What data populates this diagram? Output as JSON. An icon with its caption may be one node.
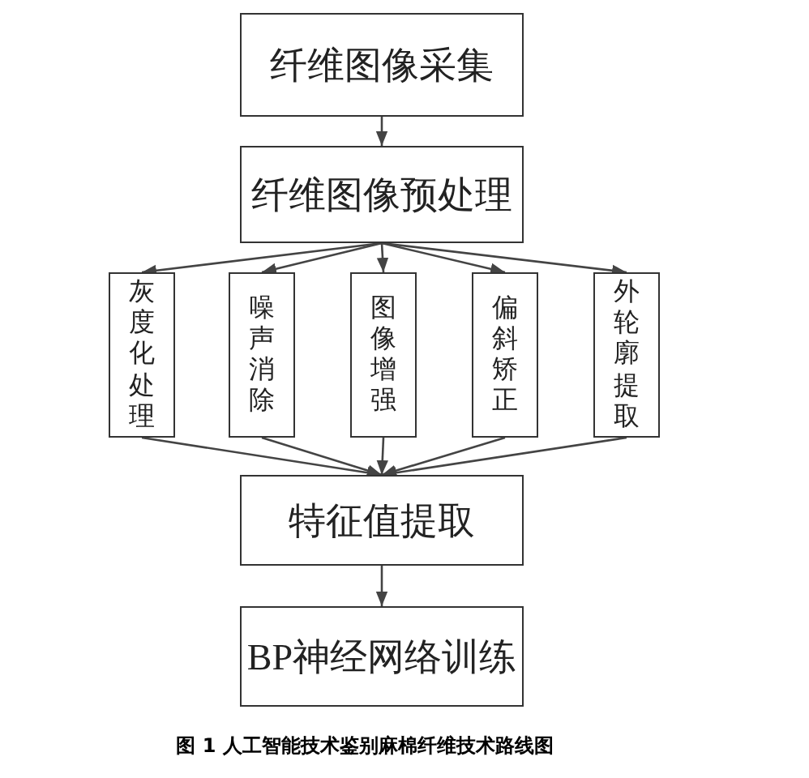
{
  "diagram": {
    "caption": "图 1 人工智能技术鉴别麻棉纤维技术路线图",
    "nodes": [
      {
        "text": [
          "纤维图像采集"
        ]
      },
      {
        "text": [
          "纤维图像预处理"
        ]
      },
      {
        "text": [
          "灰度化处理"
        ]
      },
      {
        "text": [
          "噪声消除"
        ]
      },
      {
        "text": [
          "图像增强"
        ]
      },
      {
        "text": [
          "偏斜矫正"
        ]
      },
      {
        "text": [
          "外轮廓提取"
        ]
      },
      {
        "text": [
          "特征值提取"
        ]
      },
      {
        "text": [
          "BP神经网络训练"
        ]
      }
    ],
    "edges": [
      {
        "from": 0,
        "to": 1,
        "arrow": "to"
      },
      {
        "from": 1,
        "to": 2,
        "arrow": "to"
      },
      {
        "from": 1,
        "to": 3,
        "arrow": "to"
      },
      {
        "from": 1,
        "to": 4,
        "arrow": "to"
      },
      {
        "from": 1,
        "to": 5,
        "arrow": "to"
      },
      {
        "from": 1,
        "to": 6,
        "arrow": "to"
      },
      {
        "from": 2,
        "to": 7,
        "arrow": "to"
      },
      {
        "from": 3,
        "to": 7,
        "arrow": "to"
      },
      {
        "from": 4,
        "to": 7,
        "arrow": "to"
      },
      {
        "from": 5,
        "to": 7,
        "arrow": "to"
      },
      {
        "from": 6,
        "to": 7,
        "arrow": "to"
      },
      {
        "from": 7,
        "to": 8,
        "arrow": "to"
      }
    ]
  }
}
